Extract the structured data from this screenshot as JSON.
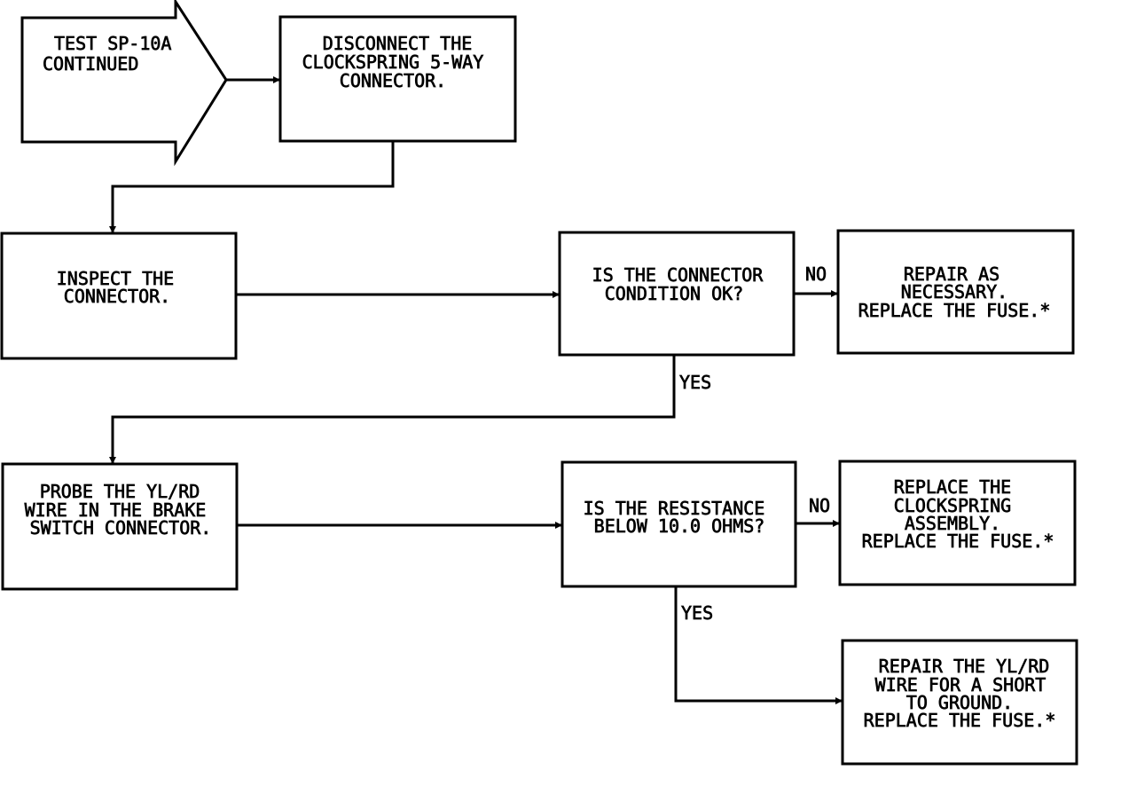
{
  "nodes": {
    "start": {
      "lines": [
        "TEST SP-10A",
        "CONTINUED"
      ]
    },
    "disconnect": {
      "lines": [
        "DISCONNECT THE",
        "CLOCKSPRING 5-WAY",
        "CONNECTOR."
      ]
    },
    "inspect": {
      "lines": [
        "INSPECT THE",
        "CONNECTOR."
      ]
    },
    "connector_ok": {
      "lines": [
        "IS THE CONNECTOR",
        "CONDITION OK?"
      ]
    },
    "repair": {
      "lines": [
        "REPAIR AS",
        "NECESSARY.",
        "REPLACE THE FUSE.*"
      ]
    },
    "probe": {
      "lines": [
        "PROBE THE YL/RD",
        "WIRE IN THE BRAKE",
        "SWITCH CONNECTOR."
      ]
    },
    "resistance": {
      "lines": [
        "IS THE RESISTANCE",
        "BELOW 10.0 OHMS?"
      ]
    },
    "replace_clockspring": {
      "lines": [
        "REPLACE THE",
        "CLOCKSPRING",
        "ASSEMBLY.",
        "REPLACE THE FUSE.*"
      ]
    },
    "repair_wire": {
      "lines": [
        "REPAIR THE YL/RD",
        "WIRE FOR A SHORT",
        "TO GROUND.",
        "REPLACE THE FUSE.*"
      ]
    }
  },
  "edge_labels": {
    "connector_ok_no": "NO",
    "connector_ok_yes": "YES",
    "resistance_no": "NO",
    "resistance_yes": "YES"
  },
  "colors": {
    "ink": "#000000",
    "paper": "#ffffff"
  }
}
